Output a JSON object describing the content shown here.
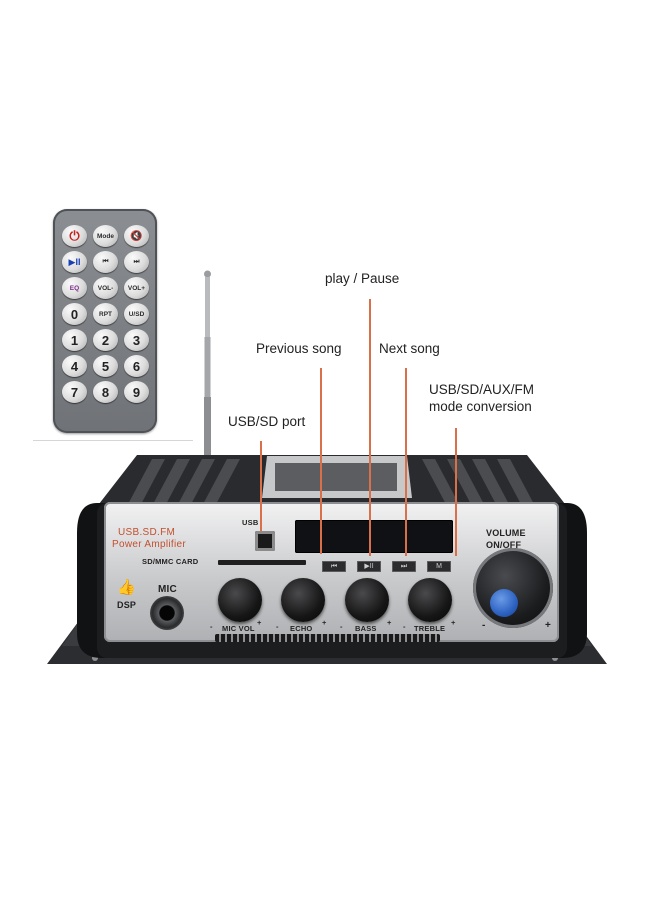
{
  "remote": {
    "buttons": [
      {
        "label": "⏻",
        "kind": "power"
      },
      {
        "label": "Mode",
        "kind": "text"
      },
      {
        "label": "🔇",
        "kind": "mute"
      },
      {
        "label": "▶II",
        "kind": "play"
      },
      {
        "label": "⏮",
        "kind": "text"
      },
      {
        "label": "⏭",
        "kind": "text"
      },
      {
        "label": "EQ",
        "kind": "eq"
      },
      {
        "label": "VOL-",
        "kind": "text"
      },
      {
        "label": "VOL+",
        "kind": "text"
      },
      {
        "label": "0",
        "kind": "num"
      },
      {
        "label": "RPT",
        "kind": "text"
      },
      {
        "label": "U/SD",
        "kind": "text"
      },
      {
        "label": "1",
        "kind": "num"
      },
      {
        "label": "2",
        "kind": "num"
      },
      {
        "label": "3",
        "kind": "num"
      },
      {
        "label": "4",
        "kind": "num"
      },
      {
        "label": "5",
        "kind": "num"
      },
      {
        "label": "6",
        "kind": "num"
      },
      {
        "label": "7",
        "kind": "num"
      },
      {
        "label": "8",
        "kind": "num"
      },
      {
        "label": "9",
        "kind": "num"
      }
    ]
  },
  "callouts": {
    "play_pause": "play / Pause",
    "previous_song": "Previous song",
    "next_song": "Next song",
    "mode_conversion_line1": "USB/SD/AUX/FM",
    "mode_conversion_line2": "mode conversion",
    "usb_sd_port": "USB/SD port"
  },
  "amplifier": {
    "brand_line1": "USB.SD.FM",
    "brand_line2": "Power Amplifier",
    "sd_label": "SD/MMC CARD",
    "usb_label": "USB",
    "mic_label": "MIC",
    "dsp_label": "DSP",
    "volume_label": "VOLUME",
    "on_off_label": "ON/OFF",
    "knobs": [
      "MIC VOL",
      "ECHO",
      "BASS",
      "TREBLE"
    ],
    "knob_minus": "-",
    "knob_plus": "+",
    "colors": {
      "accent_line": "#d9704a",
      "brand_text": "#c2502e",
      "volume_knob": "#2d62c2"
    }
  }
}
